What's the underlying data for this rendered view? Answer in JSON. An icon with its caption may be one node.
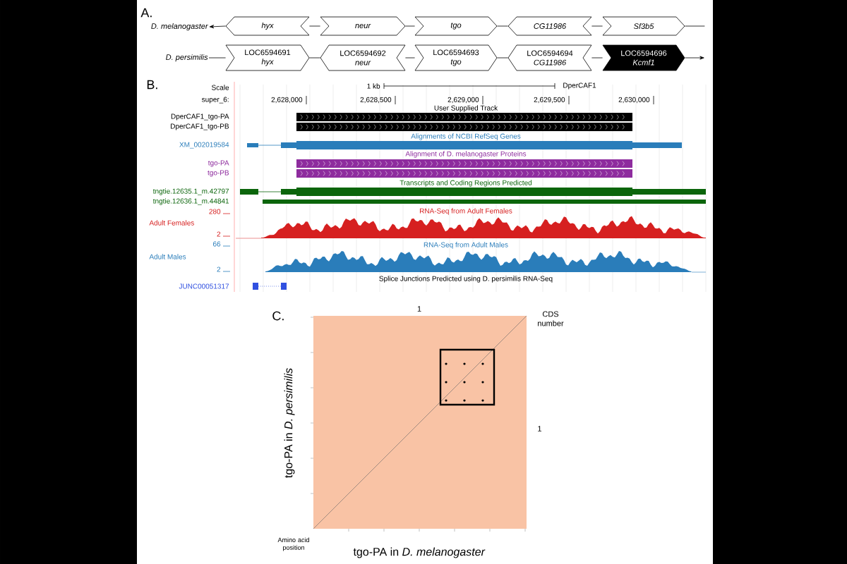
{
  "diagram": {
    "nodes": [
      {
        "text": [
          "hyx"
        ]
      },
      {
        "text": [
          "neur"
        ]
      },
      {
        "text": [
          "tgo"
        ]
      },
      {
        "text": [
          "CG11986"
        ]
      },
      {
        "text": [
          "Sf3b5"
        ]
      },
      {
        "text": [
          "LOC6594691",
          "hyx"
        ]
      },
      {
        "text": [
          "LOC6594692",
          "neur"
        ]
      },
      {
        "text": [
          "LOC6594693",
          "tgo"
        ]
      },
      {
        "text": [
          "LOC6594694",
          "CG11986"
        ]
      },
      {
        "text": [
          "LOC6594696",
          "Kcmf1"
        ]
      },
      {
        "text": [
          "D. melanogaster"
        ]
      },
      {
        "text": [
          "D. persimilis"
        ]
      }
    ],
    "edges": [
      {
        "from": 0,
        "to": 10,
        "arrow": "to"
      },
      {
        "from": 0,
        "to": 1,
        "arrow": "none"
      },
      {
        "from": 1,
        "to": 2,
        "arrow": "none"
      },
      {
        "from": 2,
        "to": 3,
        "arrow": "none"
      },
      {
        "from": 3,
        "to": 4,
        "arrow": "none"
      },
      {
        "from": 4,
        "to": null,
        "arrow": "none"
      },
      {
        "from": 11,
        "to": 5,
        "arrow": "none"
      },
      {
        "from": 5,
        "to": 6,
        "arrow": "none"
      },
      {
        "from": 6,
        "to": 7,
        "arrow": "none"
      },
      {
        "from": 7,
        "to": 8,
        "arrow": "none"
      },
      {
        "from": 8,
        "to": 9,
        "arrow": "none"
      },
      {
        "from": 9,
        "to": null,
        "arrow": "to"
      }
    ],
    "labels": [
      "A.",
      "B.",
      "Scale",
      "1 kb",
      "DperCAF1",
      "super_6:",
      "2,628,000",
      "2,628,500",
      "2,629,000",
      "2,629,500",
      "2,630,000",
      "User Supplied Track",
      "DperCAF1_tgo-PA",
      "DperCAF1_tgo-PB",
      "Alignments of NCBI RefSeq Genes",
      "XM_002019584",
      "Alignment of D. melanogaster Proteins",
      "tgo-PA",
      "tgo-PB",
      "Transcripts and Coding Regions Predicted",
      "tngtie.12635.1_m.42797",
      "tngtie.12636.1_m.44841",
      "280",
      "RNA-Seq from Adult Females",
      "Adult Females",
      "2",
      "66",
      "RNA-Seq from Adult Males",
      "Adult Males",
      "2",
      "Splice Junctions Predicted using D. persimilis RNA-Seq",
      "JUNC00051317",
      "C.",
      "1",
      "CDS number",
      "1",
      "Amino acid position",
      "tgo-PA in *D. persimilis*",
      "tgo-PA in *D. melanogaster*"
    ]
  }
}
